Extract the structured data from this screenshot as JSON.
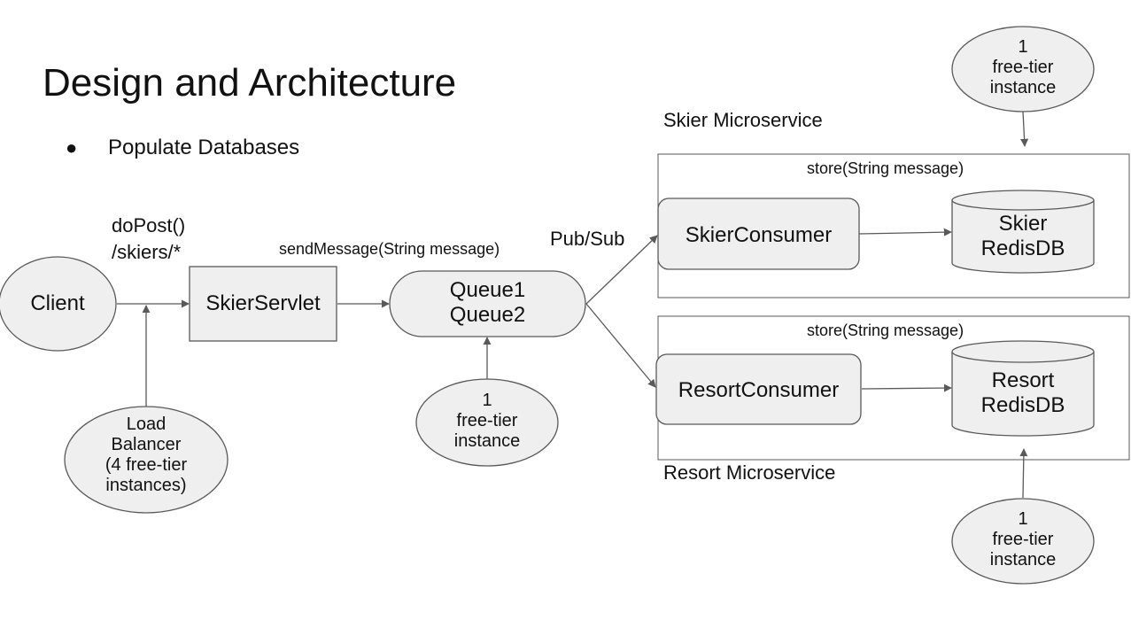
{
  "slide": {
    "title": "Design and Architecture",
    "bullet": "Populate Databases"
  },
  "nodes": {
    "client": "Client",
    "load_balancer": [
      "Load",
      "Balancer",
      "(4 free-tier",
      "instances)"
    ],
    "skier_servlet": "SkierServlet",
    "queue": [
      "Queue1",
      "Queue2"
    ],
    "queue_instance": [
      "1",
      "free-tier",
      "instance"
    ],
    "skier_consumer": "SkierConsumer",
    "resort_consumer": "ResortConsumer",
    "skier_db": [
      "Skier",
      "RedisDB"
    ],
    "resort_db": [
      "Resort",
      "RedisDB"
    ],
    "skier_instance": [
      "1",
      "free-tier",
      "instance"
    ],
    "resort_instance": [
      "1",
      "free-tier",
      "instance"
    ]
  },
  "labels": {
    "do_post": "doPost()",
    "skiers_path": "/skiers/*",
    "send_message": "sendMessage(String message)",
    "pub_sub": "Pub/Sub",
    "skier_microservice": "Skier Microservice",
    "resort_microservice": "Resort Microservice",
    "store_skier": "store(String message)",
    "store_resort": "store(String message)"
  },
  "colors": {
    "shape_fill": "#efefef",
    "stroke": "#595959",
    "text": "#111111"
  }
}
